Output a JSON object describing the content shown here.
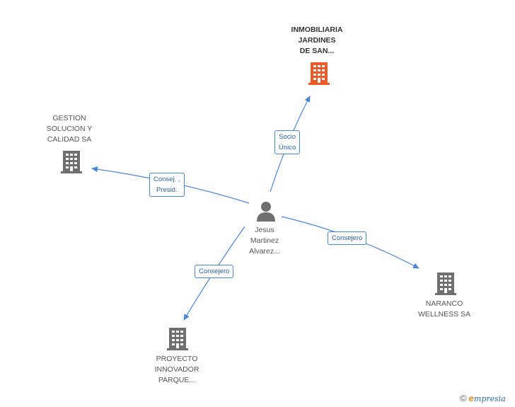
{
  "center": {
    "name_lines": [
      "Jesus",
      "Martinez",
      "Alvarez..."
    ],
    "icon": "person-icon"
  },
  "companies": {
    "inmobiliaria": {
      "lines": [
        "INMOBILIARIA",
        "JARDINES",
        "DE SAN..."
      ],
      "color": "#f05a28",
      "icon": "building-icon"
    },
    "gestion": {
      "lines": [
        "GESTION",
        "SOLUCION Y",
        "CALIDAD SA"
      ],
      "color": "#6f6f6f",
      "icon": "building-icon"
    },
    "naranco": {
      "lines": [
        "NARANCO",
        "WELLNESS SA"
      ],
      "color": "#6f6f6f",
      "icon": "building-icon"
    },
    "proyecto": {
      "lines": [
        "PROYECTO",
        "INNOVADOR",
        "PARQUE..."
      ],
      "color": "#6f6f6f",
      "icon": "building-icon"
    }
  },
  "edges": {
    "socio": {
      "lines": [
        "Socio",
        "Único"
      ]
    },
    "consej": {
      "lines": [
        "Consej. ,",
        "Presid."
      ]
    },
    "consejero_naranco": {
      "lines": [
        "Consejero"
      ]
    },
    "consejero_proyecto": {
      "lines": [
        "Consejero"
      ]
    }
  },
  "edge_color": "#4a86d8",
  "brand": {
    "copyright": "©",
    "e": "e",
    "rest": "mpresia"
  }
}
